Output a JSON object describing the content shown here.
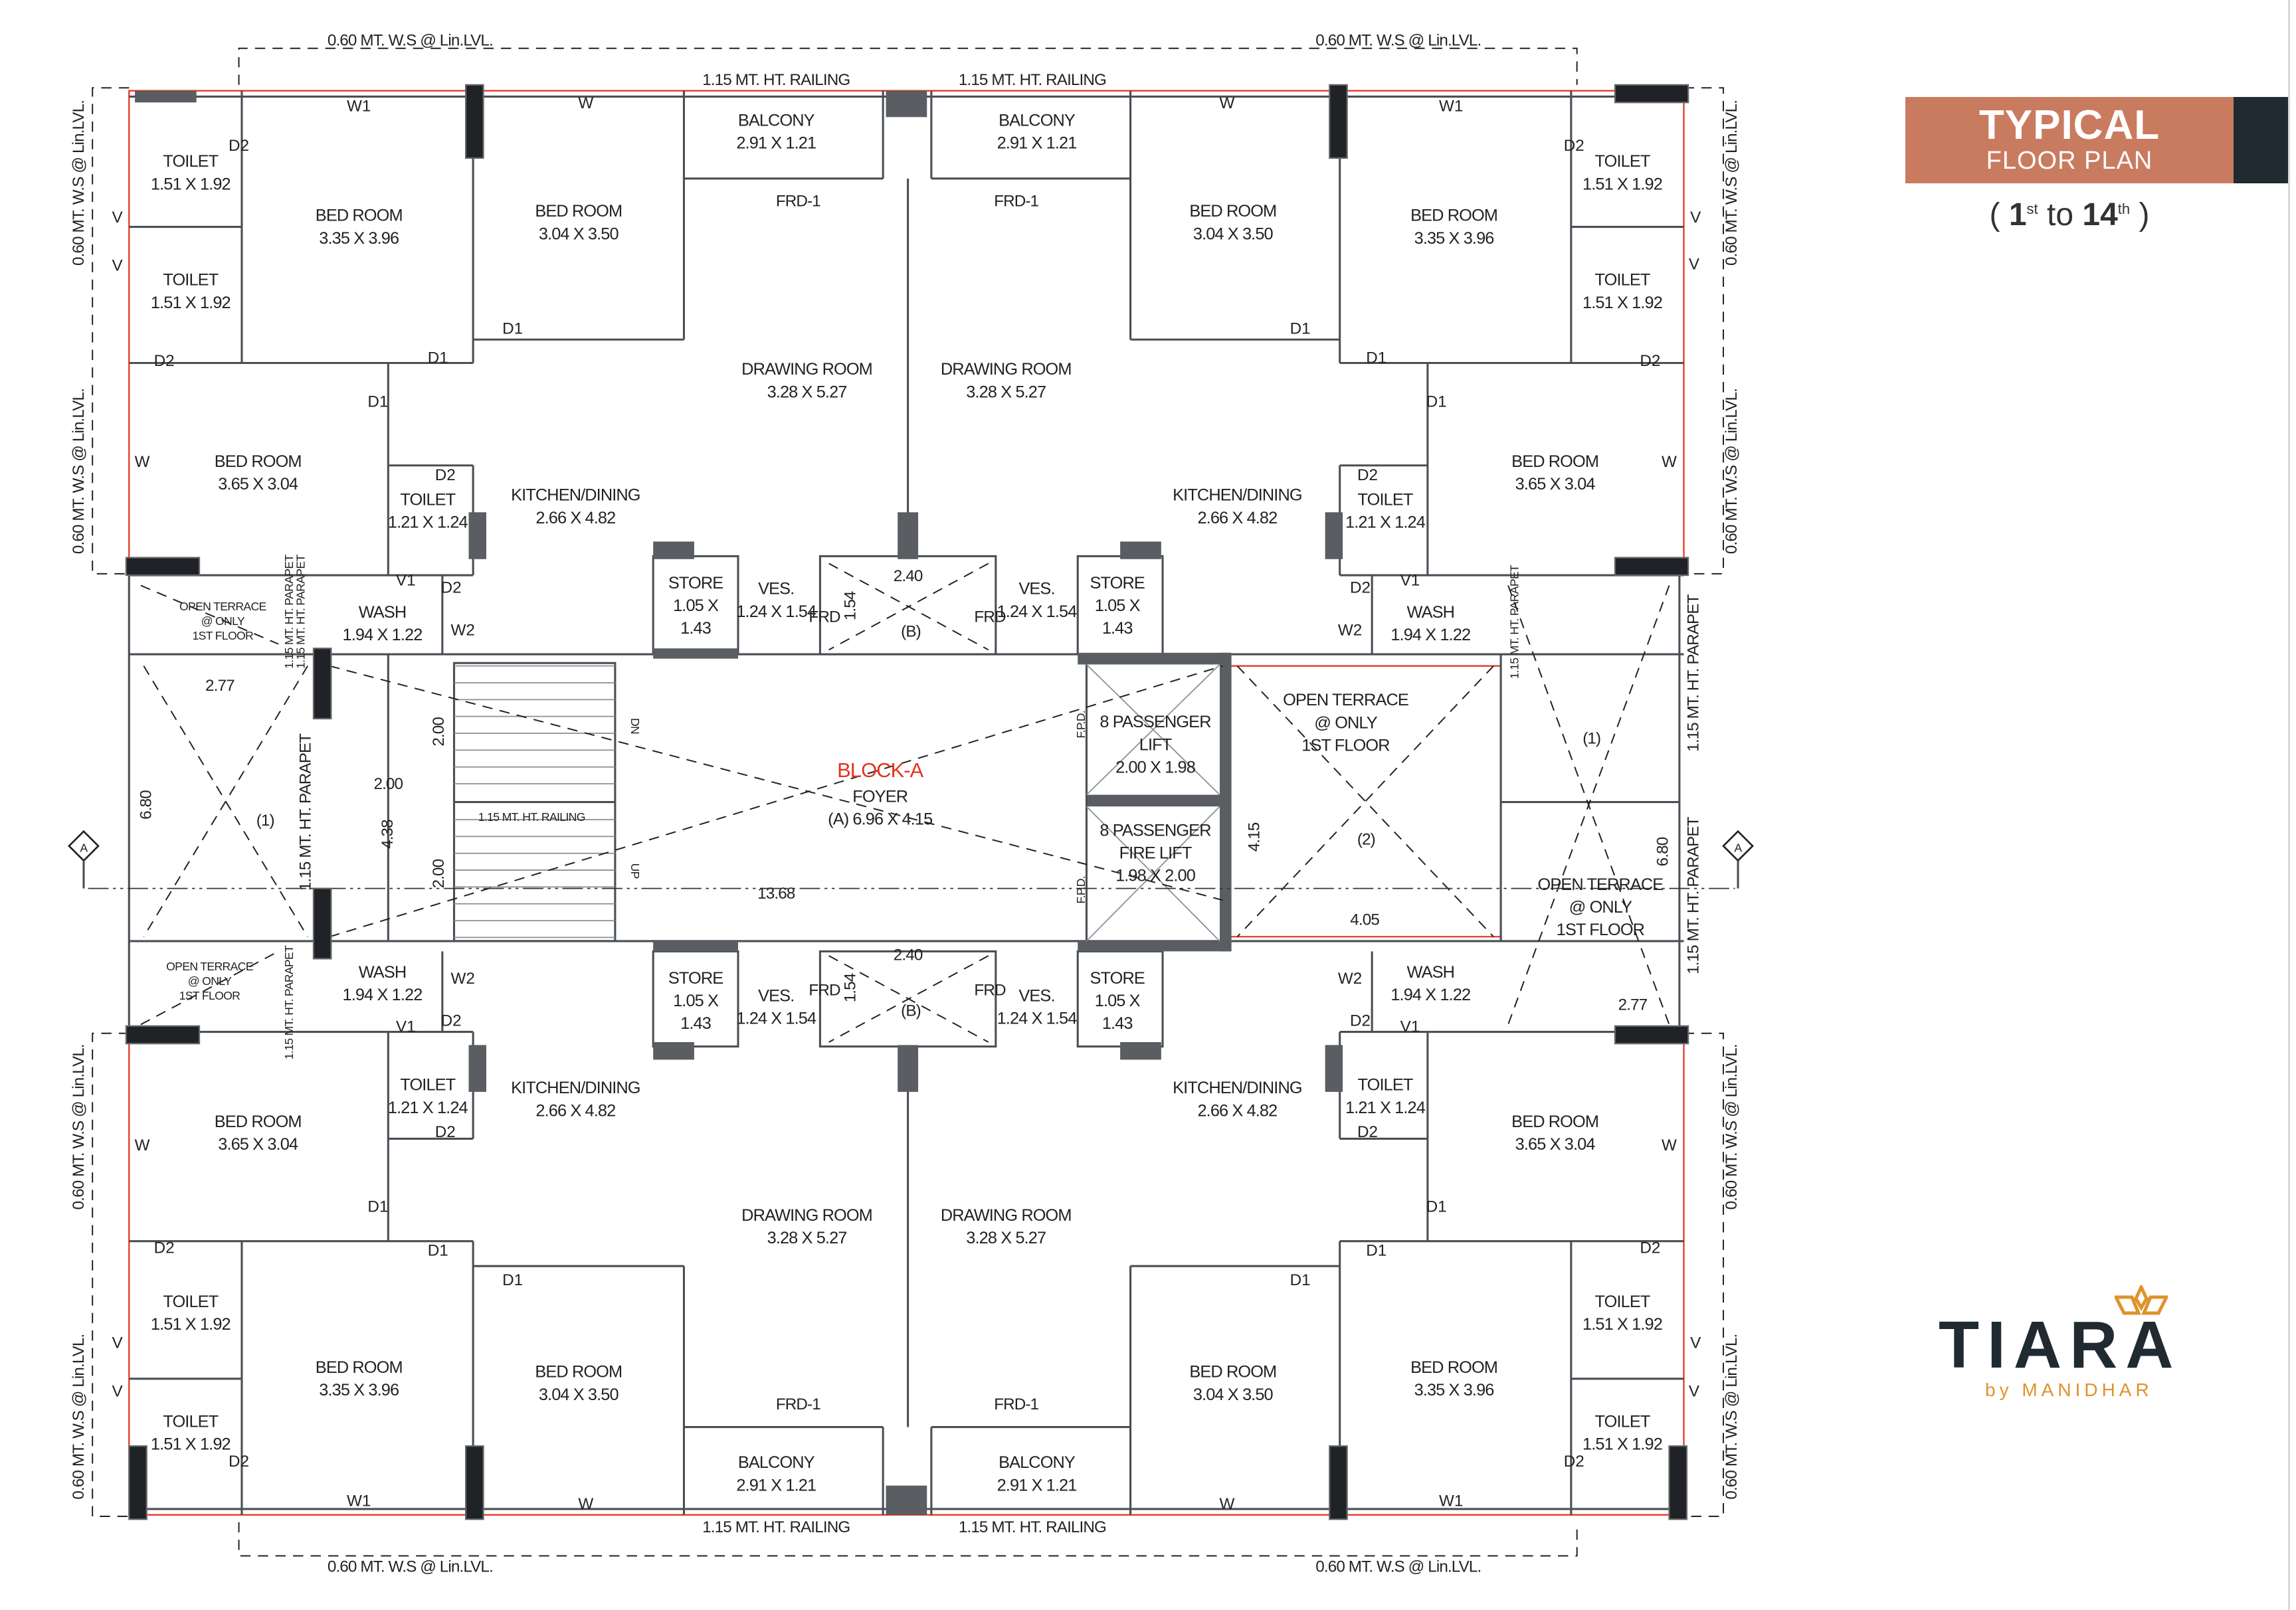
{
  "title": {
    "main": "TYPICAL",
    "sub": "FLOOR PLAN",
    "range_open": "(",
    "from": "1",
    "from_sup": "st",
    "to_word": "to",
    "to": "14",
    "to_sup": "th",
    "range_close": ")"
  },
  "colors": {
    "accent": "#c97b5f",
    "dark": "#1f2a31",
    "logo_orange": "#e0922b",
    "wall_red": "#e2321f"
  },
  "logo": {
    "word": "TIARA",
    "byline": "by MANIDHAR"
  },
  "block_name": "BLOCK-A",
  "rooms": [
    {
      "lines": [
        "TOILET",
        "1.51 X 1.92"
      ]
    },
    {
      "lines": [
        "TOILET",
        "1.51 X 1.92"
      ]
    },
    {
      "lines": [
        "BED ROOM",
        "3.35 X 3.96"
      ]
    },
    {
      "lines": [
        "BED ROOM",
        "3.04 X 3.50"
      ]
    },
    {
      "lines": [
        "BALCONY",
        "2.91 X 1.21"
      ]
    },
    {
      "lines": [
        "BALCONY",
        "2.91 X 1.21"
      ]
    },
    {
      "lines": [
        "DRAWING ROOM",
        "3.28 X 5.27"
      ]
    },
    {
      "lines": [
        "DRAWING ROOM",
        "3.28 X 5.27"
      ]
    },
    {
      "lines": [
        "BED ROOM",
        "3.65 X 3.04"
      ]
    },
    {
      "lines": [
        "TOILET",
        "1.21 X 1.24"
      ]
    },
    {
      "lines": [
        "KITCHEN/DINING",
        "2.66 X 4.82"
      ]
    },
    {
      "lines": [
        "STORE",
        "1.05 X",
        "1.43"
      ]
    },
    {
      "lines": [
        "VES.",
        "1.24 X 1.54"
      ]
    },
    {
      "lines": [
        "VES.",
        "1.24 X 1.54"
      ]
    },
    {
      "lines": [
        "STORE",
        "1.05 X",
        "1.43"
      ]
    },
    {
      "lines": [
        "WASH",
        "1.94 X 1.22"
      ]
    },
    {
      "lines": [
        "BED ROOM",
        "3.04 X 3.50"
      ]
    },
    {
      "lines": [
        "BED ROOM",
        "3.35 X 3.96"
      ]
    },
    {
      "lines": [
        "TOILET",
        "1.51 X 1.92"
      ]
    },
    {
      "lines": [
        "TOILET",
        "1.51 X 1.92"
      ]
    },
    {
      "lines": [
        "KITCHEN/DINING",
        "2.66 X 4.82"
      ]
    },
    {
      "lines": [
        "TOILET",
        "1.21 X 1.24"
      ]
    },
    {
      "lines": [
        "BED ROOM",
        "3.65 X 3.04"
      ]
    },
    {
      "lines": [
        "WASH",
        "1.94 X 1.22"
      ]
    },
    {
      "lines": [
        "FOYER",
        "(A)    6.96 X 4.15"
      ]
    },
    {
      "lines": [
        "8 PASSENGER",
        "LIFT",
        "2.00 X 1.98"
      ]
    },
    {
      "lines": [
        "8 PASSENGER",
        "FIRE LIFT",
        "1.98 X 2.00"
      ]
    },
    {
      "lines": [
        "OPEN TERRACE",
        "@ ONLY",
        "1ST FLOOR"
      ]
    },
    {
      "lines": [
        "OPEN TERRACE",
        "@ ONLY",
        "1ST FLOOR"
      ]
    },
    {
      "lines": [
        "OPEN TERRACE",
        "@ ONLY",
        "1ST FLOOR"
      ]
    },
    {
      "lines": [
        "OPEN TERRACE",
        "@ ONLY",
        "1ST FLOOR"
      ]
    },
    {
      "lines": [
        "WASH",
        "1.94 X 1.22"
      ]
    },
    {
      "lines": [
        "STORE",
        "1.05 X",
        "1.43"
      ]
    },
    {
      "lines": [
        "VES.",
        "1.24 X 1.54"
      ]
    },
    {
      "lines": [
        "VES.",
        "1.24 X 1.54"
      ]
    },
    {
      "lines": [
        "STORE",
        "1.05 X",
        "1.43"
      ]
    },
    {
      "lines": [
        "WASH",
        "1.94 X 1.22"
      ]
    },
    {
      "lines": [
        "TOILET",
        "1.21 X 1.24"
      ]
    },
    {
      "lines": [
        "KITCHEN/DINING",
        "2.66 X 4.82"
      ]
    },
    {
      "lines": [
        "BED ROOM",
        "3.65 X 3.04"
      ]
    },
    {
      "lines": [
        "KITCHEN/DINING",
        "2.66 X 4.82"
      ]
    },
    {
      "lines": [
        "TOILET",
        "1.21 X 1.24"
      ]
    },
    {
      "lines": [
        "BED ROOM",
        "3.65 X 3.04"
      ]
    },
    {
      "lines": [
        "DRAWING ROOM",
        "3.28 X 5.27"
      ]
    },
    {
      "lines": [
        "DRAWING ROOM",
        "3.28 X 5.27"
      ]
    },
    {
      "lines": [
        "TOILET",
        "1.51 X 1.92"
      ]
    },
    {
      "lines": [
        "TOILET",
        "1.51 X 1.92"
      ]
    },
    {
      "lines": [
        "BED ROOM",
        "3.35 X 3.96"
      ]
    },
    {
      "lines": [
        "BED ROOM",
        "3.04 X 3.50"
      ]
    },
    {
      "lines": [
        "BALCONY",
        "2.91 X 1.21"
      ]
    },
    {
      "lines": [
        "BALCONY",
        "2.91 X 1.21"
      ]
    },
    {
      "lines": [
        "BED ROOM",
        "3.04 X 3.50"
      ]
    },
    {
      "lines": [
        "BED ROOM",
        "3.35 X 3.96"
      ]
    },
    {
      "lines": [
        "TOILET",
        "1.51 X 1.92"
      ]
    },
    {
      "lines": [
        "TOILET",
        "1.51 X 1.92"
      ]
    }
  ],
  "notes": [
    "0.60 MT. W.S @ Lin.LVL.",
    "0.60 MT. W.S @ Lin.LVL.",
    "0.60 MT. W.S @ Lin.LVL.",
    "0.60 MT. W.S @ Lin.LVL.",
    "0.60 MT. W.S @ Lin.LVL.",
    "0.60 MT. W.S @ Lin.LVL.",
    "0.60 MT. W.S @ Lin.LVL.",
    "0.60 MT. W.S @ Lin.LVL.",
    "0.60 MT. W.S @ Lin.LVL.",
    "0.60 MT. W.S @ Lin.LVL.",
    "0.60 MT. W.S @ Lin.LVL.",
    "0.60 MT. W.S @ Lin.LVL.",
    "1.15 MT. HT. RAILING",
    "1.15 MT. HT. RAILING",
    "1.15 MT. HT. RAILING",
    "1.15 MT. HT. RAILING",
    "1.15 MT. HT. PARAPET",
    "1.15 MT. HT. PARAPET",
    "1.15 MT. HT. PARAPET",
    "1.15 MT. HT. PARAPET",
    "1.15 MT. HT. PARAPET",
    "1.15 MT. HT. PARAPET",
    "1.15 MT. HT. PARAPET",
    "FRD-1",
    "FRD-1",
    "FRD-1",
    "FRD-1",
    "FRD",
    "FRD",
    "FRD",
    "FRD",
    "2.40",
    "2.40",
    "(B)",
    "(B)",
    "1.54",
    "1.54",
    "13.68",
    "4.05",
    "4.15",
    "2.77",
    "2.77",
    "6.80",
    "6.80",
    "2.00",
    "2.00",
    "2.00",
    "4.38",
    "1.15 MT. HT. RAILING",
    "DN",
    "UP",
    "(1)",
    "(1)",
    "(2)",
    "F.P.D.",
    "F.P.D.",
    "A",
    "A"
  ],
  "door_marks": [
    "W1",
    "W",
    "D2",
    "V",
    "V",
    "D2",
    "D1",
    "D1",
    "D1",
    "W",
    "D2",
    "V1",
    "D2",
    "W2",
    "W",
    "W1",
    "D2",
    "V",
    "V",
    "D2",
    "D1",
    "D1",
    "D1",
    "W",
    "D2",
    "V1",
    "D2",
    "W2",
    "W2",
    "D2",
    "V1",
    "D2",
    "W",
    "D1",
    "D2",
    "D1",
    "D1",
    "V",
    "V",
    "D2",
    "W1",
    "W",
    "W2",
    "D2",
    "V1",
    "D2",
    "W",
    "D1",
    "D2",
    "D1",
    "D1",
    "V",
    "V",
    "D2",
    "W",
    "W1"
  ]
}
